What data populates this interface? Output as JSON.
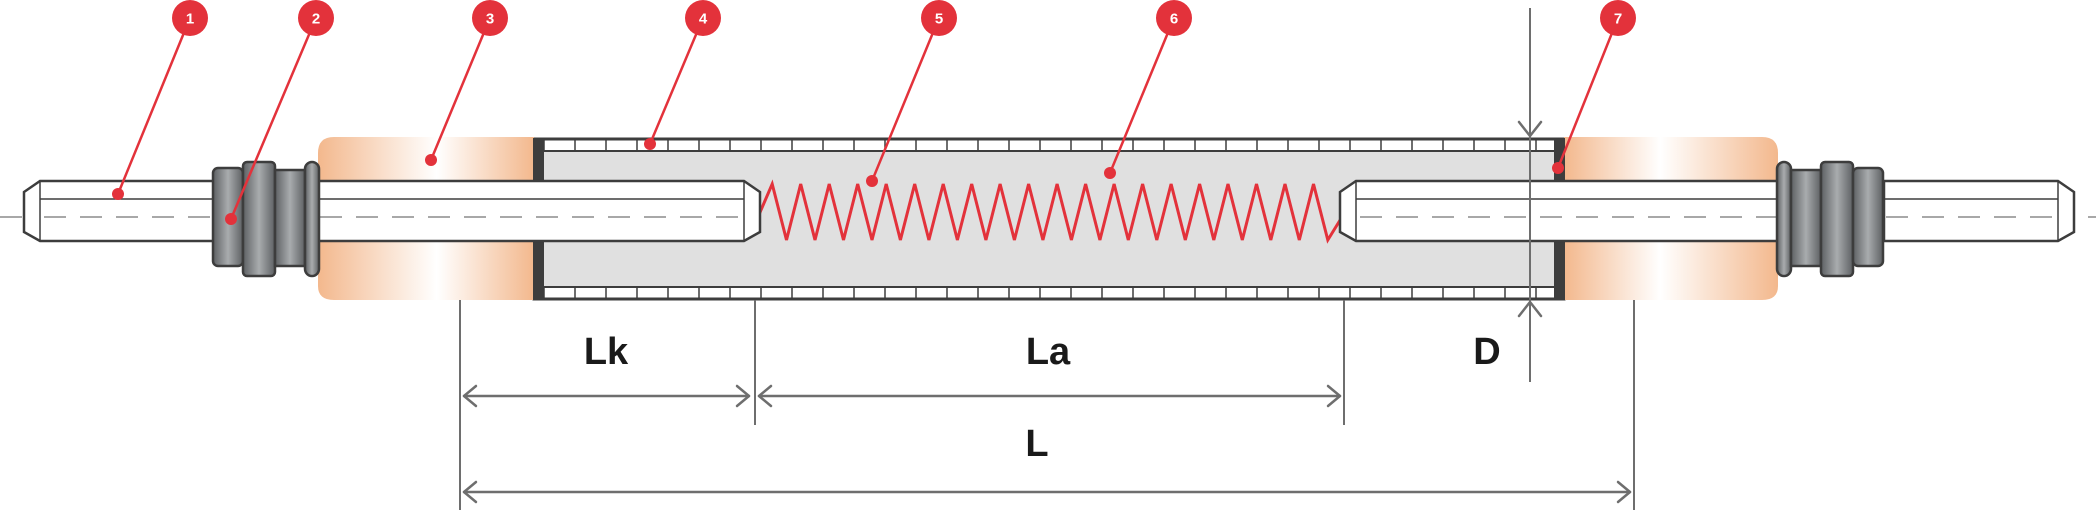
{
  "colors": {
    "accent": "#e3323b",
    "outline": "#3d3d3d",
    "dimension": "#6e6e6e",
    "housing": "#e0e0e0",
    "terminal": "#f3b88d",
    "dash": "#a8a8a8"
  },
  "callouts": [
    {
      "id": "1",
      "label": "1"
    },
    {
      "id": "2",
      "label": "2"
    },
    {
      "id": "3",
      "label": "3"
    },
    {
      "id": "4",
      "label": "4"
    },
    {
      "id": "5",
      "label": "5"
    },
    {
      "id": "6",
      "label": "6"
    },
    {
      "id": "7",
      "label": "7"
    }
  ],
  "dimensions": {
    "lk": "Lk",
    "la": "La",
    "d": "D",
    "l": "L"
  }
}
